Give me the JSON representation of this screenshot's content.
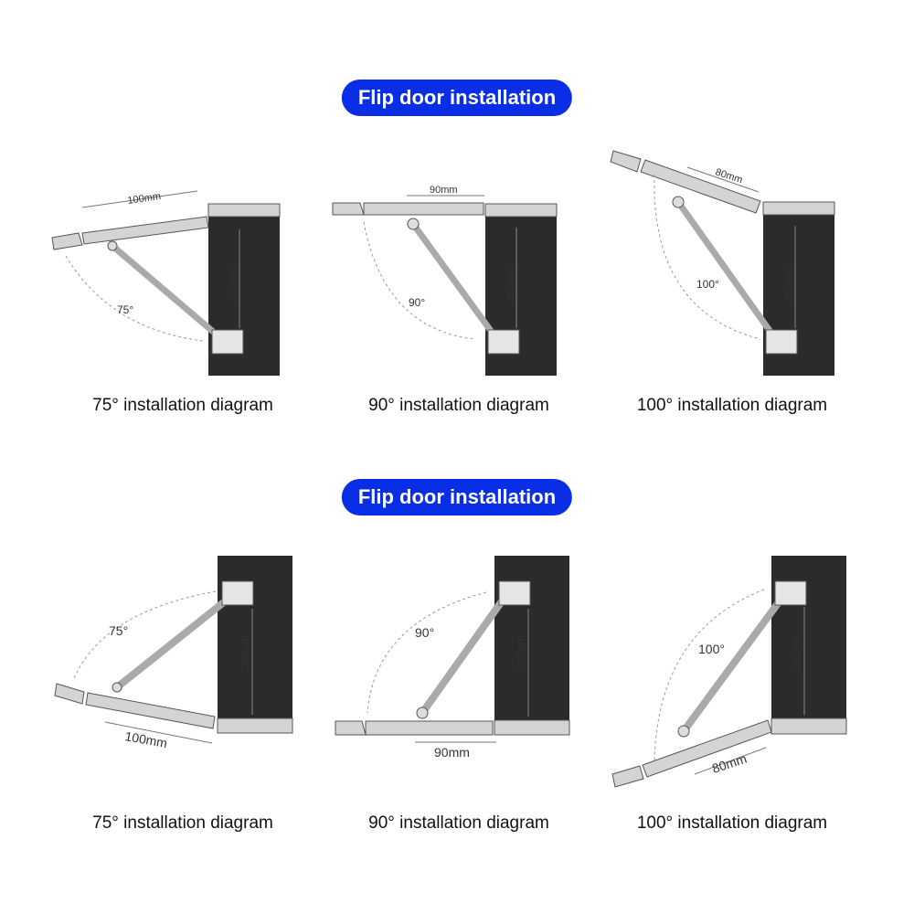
{
  "sections": [
    {
      "title": "Flip door installation",
      "diagrams": [
        {
          "caption": "75° installation diagram",
          "angle_label": "75°",
          "width_label": "100mm",
          "height_label": "260mm"
        },
        {
          "caption": "90° installation diagram",
          "angle_label": "90°",
          "width_label": "90mm",
          "height_label": "255mm"
        },
        {
          "caption": "100° installation diagram",
          "angle_label": "100°",
          "width_label": "80mm",
          "height_label": "250mm"
        }
      ]
    },
    {
      "title": "Flip door installation",
      "diagrams": [
        {
          "caption": "75° installation diagram",
          "angle_label": "75°",
          "width_label": "100mm",
          "height_label": "260mm"
        },
        {
          "caption": "90° installation diagram",
          "angle_label": "90°",
          "width_label": "90mm",
          "height_label": "255mm"
        },
        {
          "caption": "100° installation diagram",
          "angle_label": "100°",
          "width_label": "80mm",
          "height_label": "250mm"
        }
      ]
    }
  ],
  "colors": {
    "accent": "#0a2ee6",
    "cabinet": "#2b2b2b",
    "panel": "#d4d4d4"
  }
}
